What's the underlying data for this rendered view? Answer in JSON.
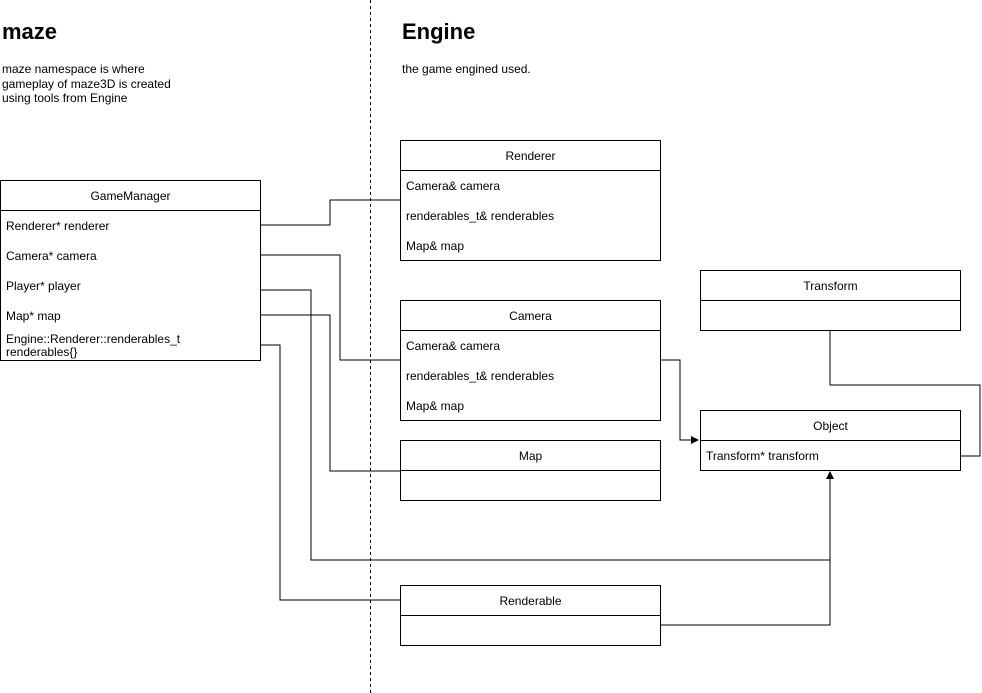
{
  "sections": {
    "maze": {
      "title": "maze",
      "description": [
        "maze namespace is where",
        "gameplay of maze3D is created",
        "using tools from Engine"
      ]
    },
    "engine": {
      "title": "Engine",
      "description": [
        "the game engined used."
      ]
    }
  },
  "classes": {
    "game_manager": {
      "name": "GameManager",
      "fields": [
        "Renderer* renderer",
        "Camera* camera",
        "Player* player",
        "Map* map",
        "Engine::Renderer::renderables_t",
        "renderables{}"
      ]
    },
    "renderer": {
      "name": "Renderer",
      "fields": [
        "Camera& camera",
        "renderables_t& renderables",
        "Map& map"
      ]
    },
    "camera": {
      "name": "Camera",
      "fields": [
        "Camera& camera",
        "renderables_t& renderables",
        "Map& map"
      ]
    },
    "map": {
      "name": "Map",
      "fields": []
    },
    "renderable": {
      "name": "Renderable",
      "fields": []
    },
    "transform": {
      "name": "Transform",
      "fields": []
    },
    "object": {
      "name": "Object",
      "fields": [
        "Transform* transform"
      ]
    }
  }
}
